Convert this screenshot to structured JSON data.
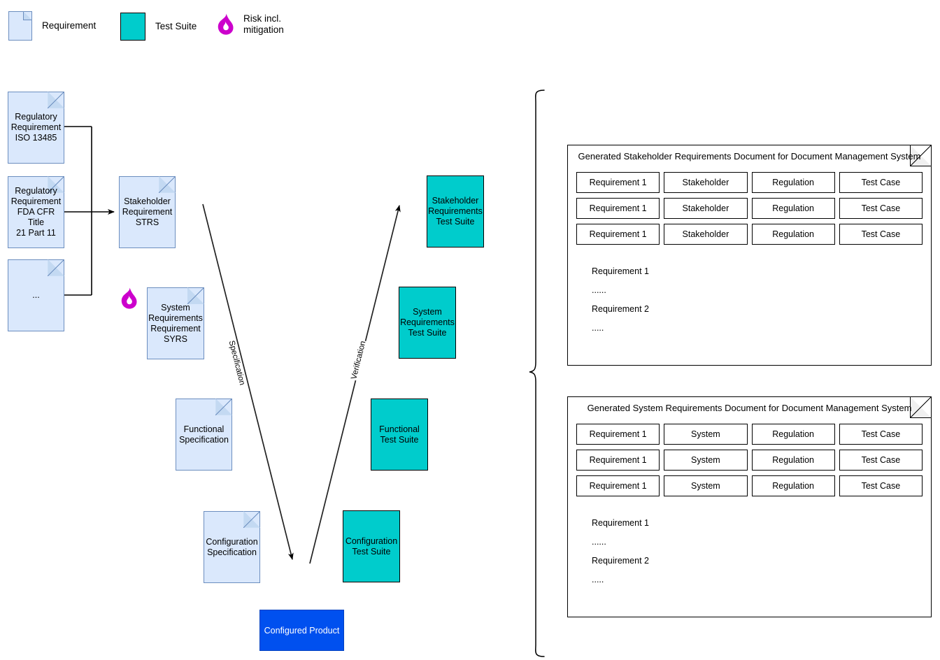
{
  "legend": {
    "items": [
      {
        "icon": "document-icon",
        "label": "Requirement"
      },
      {
        "icon": "square-icon",
        "label": "Test Suite"
      },
      {
        "icon": "flame-icon",
        "label": "Risk incl.\nmitigation"
      }
    ]
  },
  "vmodel": {
    "left_inputs": [
      {
        "label": "Regulatory\nRequirement\nISO 13485"
      },
      {
        "label": "Regulatory\nRequirement\nFDA CFR Title\n21 Part 11"
      },
      {
        "label": "..."
      }
    ],
    "specification_nodes": [
      {
        "label": "Stakeholder\nRequirement\nSTRS"
      },
      {
        "label": "System\nRequirements\nRequirement\nSYRS"
      },
      {
        "label": "Functional\nSpecification"
      },
      {
        "label": "Configuration\nSpecification"
      }
    ],
    "verification_nodes": [
      {
        "label": "Stakeholder\nRequirements\nTest Suite"
      },
      {
        "label": "System\nRequirements\nTest Suite"
      },
      {
        "label": "Functional\nTest Suite"
      },
      {
        "label": "Configuration\nTest Suite"
      }
    ],
    "product": {
      "label": "Configured Product"
    },
    "edges": {
      "left_label": "Specification",
      "right_label": "Verification"
    },
    "risk_markers": 1,
    "colors": {
      "requirement_fill": "#dae8fc",
      "requirement_stroke": "#6c8ebf",
      "test_suite_fill": "#00cccc",
      "test_suite_stroke": "#000000",
      "product_fill": "#0050ef",
      "product_text": "#ffffff",
      "risk_icon": "#cc00cc"
    }
  },
  "generated_documents": [
    {
      "title": "Generated Stakeholder Requirements Document for Document Management System",
      "rows": [
        [
          "Requirement 1",
          "Stakeholder",
          "Regulation",
          "Test Case"
        ],
        [
          "Requirement 1",
          "Stakeholder",
          "Regulation",
          "Test Case"
        ],
        [
          "Requirement 1",
          "Stakeholder",
          "Regulation",
          "Test Case"
        ]
      ],
      "body": [
        "Requirement 1",
        "......",
        "Requirement 2",
        "....."
      ]
    },
    {
      "title": "Generated System Requirements Document for Document Management System",
      "rows": [
        [
          "Requirement 1",
          "System",
          "Regulation",
          "Test Case"
        ],
        [
          "Requirement 1",
          "System",
          "Regulation",
          "Test Case"
        ],
        [
          "Requirement 1",
          "System",
          "Regulation",
          "Test Case"
        ]
      ],
      "body": [
        "Requirement 1",
        "......",
        "Requirement 2",
        "....."
      ]
    }
  ]
}
